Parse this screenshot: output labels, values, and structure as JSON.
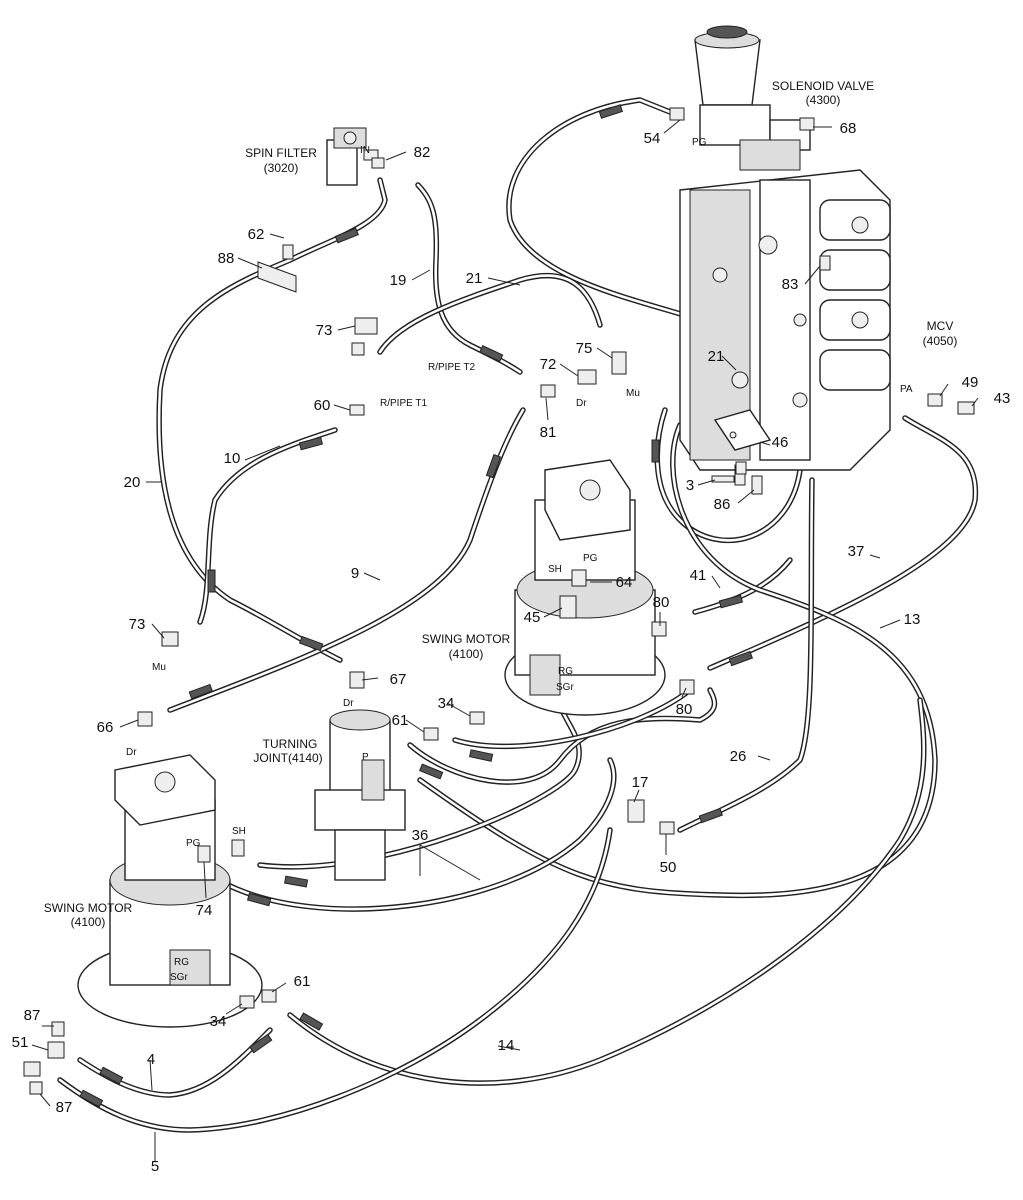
{
  "components": {
    "solenoid_valve": "SOLENOID VALVE",
    "solenoid_valve_code": "(4300)",
    "spin_filter": "SPIN FILTER",
    "spin_filter_code": "(3020)",
    "mcv": "MCV",
    "mcv_code": "(4050)",
    "swing_motor_right": "SWING MOTOR",
    "swing_motor_right_code": "(4100)",
    "turning_joint": "TURNING",
    "turning_joint_code": "JOINT(4140)",
    "swing_motor_left": "SWING MOTOR",
    "swing_motor_left_code": "(4100)"
  },
  "port_labels": {
    "in": "IN",
    "pg_valve": "PG",
    "rpipe_t2": "R/PIPE T2",
    "rpipe_t1": "R/PIPE T1",
    "dr_72": "Dr",
    "mu_75": "Mu",
    "pa": "PA",
    "sh_right": "SH",
    "pg_right": "PG",
    "rg_right": "RG",
    "sgr_right": "SGr",
    "mu_73": "Mu",
    "dr_67": "Dr",
    "p_joint": "P",
    "dr_66": "Dr",
    "pg_left": "PG",
    "sh_left": "SH",
    "rg_left": "RG",
    "sgr_left": "SGr"
  },
  "part_numbers": {
    "p54": "54",
    "p68": "68",
    "p82": "82",
    "p62": "62",
    "p88": "88",
    "p19": "19",
    "p21": "21",
    "p83": "83",
    "p73a": "73",
    "p72": "72",
    "p75": "75",
    "p21b": "21",
    "p49": "49",
    "p43": "43",
    "p60": "60",
    "p81": "81",
    "p46": "46",
    "p10": "10",
    "p3": "3",
    "p86": "86",
    "p20": "20",
    "p9": "9",
    "p37": "37",
    "p41": "41",
    "p64": "64",
    "p80a": "80",
    "p13": "13",
    "p45": "45",
    "p73b": "73",
    "p67": "67",
    "p80b": "80",
    "p66": "66",
    "p34a": "34",
    "p61a": "61",
    "p26": "26",
    "p17": "17",
    "p36": "36",
    "p50": "50",
    "p74": "74",
    "p61b": "61",
    "p34b": "34",
    "p87a": "87",
    "p51": "51",
    "p14": "14",
    "p4": "4",
    "p87b": "87",
    "p5": "5"
  }
}
